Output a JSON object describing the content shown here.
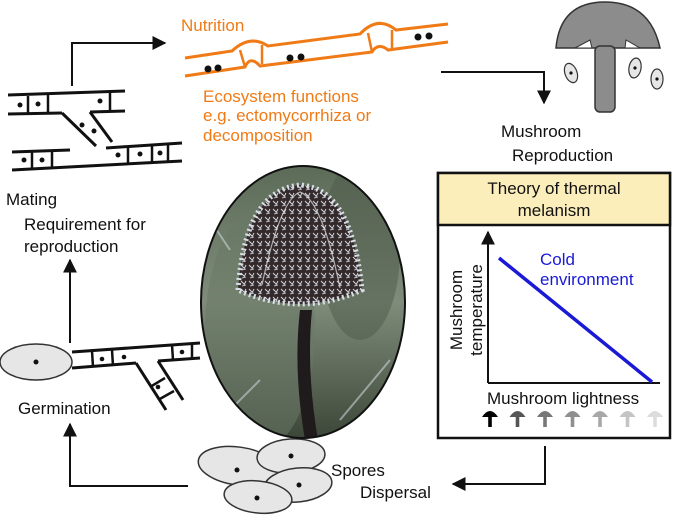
{
  "nutrition": {
    "title": "Nutrition",
    "functions_line1": "Ecosystem functions",
    "functions_line2": "e.g. ectomycorrhiza or",
    "functions_line3": "decomposition"
  },
  "mushroom_reproduction": {
    "line1": "Mushroom",
    "line2": "Reproduction"
  },
  "mating": {
    "title": "Mating",
    "line1": "Requirement for",
    "line2": "reproduction"
  },
  "germination": {
    "title": "Germination"
  },
  "spores": {
    "line1": "Spores",
    "line2": "Dispersal"
  },
  "theory_box": {
    "title_line1": "Theory of thermal",
    "title_line2": "melanism",
    "ylabel_line1": "Mushroom",
    "ylabel_line2": "temperature",
    "xlabel": "Mushroom lightness",
    "curve_label_line1": "Cold",
    "curve_label_line2": "environment"
  },
  "colors": {
    "nutrition": "#f07b16",
    "curve": "#1a1ad6",
    "box_header": "#fbeebb",
    "spore_fill": "#e6e6e6",
    "mushroom_gray": "#8c8c8c"
  },
  "lightness_scale": [
    "#000000",
    "#555555",
    "#777777",
    "#8f8f8f",
    "#a8a8a8",
    "#c4c4c4",
    "#dcdcdc"
  ]
}
